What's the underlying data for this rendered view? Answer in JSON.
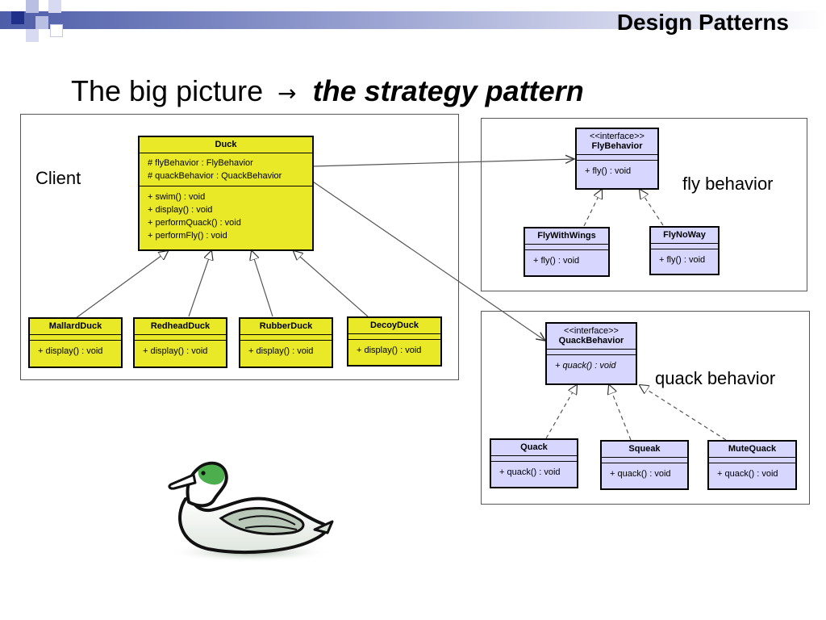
{
  "slide": {
    "title": "Design Patterns",
    "heading_prefix": "The big picture",
    "heading_arrow": "→",
    "heading_emphasis": "the strategy pattern"
  },
  "labels": {
    "client": "Client",
    "fly_behavior": "fly behavior",
    "quack_behavior": "quack behavior"
  },
  "classes": {
    "duck": {
      "name": "Duck",
      "attributes": [
        "# flyBehavior : FlyBehavior",
        "# quackBehavior : QuackBehavior"
      ],
      "operations": [
        "+ swim() : void",
        "+ display() : void",
        "+ performQuack() : void",
        "+ performFly() : void"
      ]
    },
    "mallard": {
      "name": "MallardDuck",
      "operations": [
        "+ display() : void"
      ]
    },
    "redhead": {
      "name": "RedheadDuck",
      "operations": [
        "+ display() : void"
      ]
    },
    "rubber": {
      "name": "RubberDuck",
      "operations": [
        "+ display() : void"
      ]
    },
    "decoy": {
      "name": "DecoyDuck",
      "operations": [
        "+ display() : void"
      ]
    },
    "fly_interface": {
      "stereotype": "<<interface>>",
      "name": "FlyBehavior",
      "operations": [
        "+ fly() : void"
      ]
    },
    "fly_with_wings": {
      "name": "FlyWithWings",
      "operations": [
        "+ fly() : void"
      ]
    },
    "fly_no_way": {
      "name": "FlyNoWay",
      "operations": [
        "+ fly() : void"
      ]
    },
    "quack_interface": {
      "stereotype": "<<interface>>",
      "name": "QuackBehavior",
      "operations": [
        "+ quack() : void"
      ]
    },
    "quack": {
      "name": "Quack",
      "operations": [
        "+ quack() : void"
      ]
    },
    "squeak": {
      "name": "Squeak",
      "operations": [
        "+ quack() : void"
      ]
    },
    "mute_quack": {
      "name": "MuteQuack",
      "operations": [
        "+ quack() : void"
      ]
    }
  },
  "colors": {
    "client_class_fill": "#e9e928",
    "behavior_class_fill": "#d6d6ff",
    "banner_start": "#4d5da8"
  }
}
